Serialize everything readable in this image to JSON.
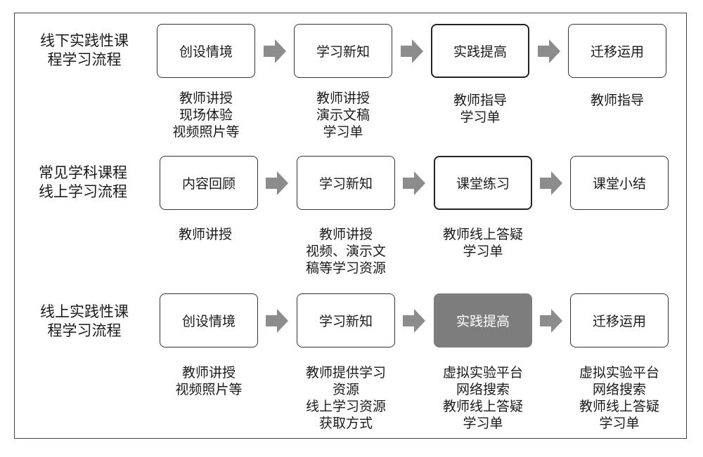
{
  "rows": [
    {
      "label_lines": [
        "线下实践性课",
        "程学习流程"
      ],
      "steps": [
        {
          "label": "创设情境",
          "style": "normal",
          "notes": [
            "教师讲授",
            "现场体验",
            "视频照片等"
          ]
        },
        {
          "label": "学习新知",
          "style": "normal",
          "notes": [
            "教师讲授",
            "演示文稿",
            "学习单"
          ]
        },
        {
          "label": "实践提高",
          "style": "bold",
          "notes": [
            "教师指导",
            "学习单"
          ]
        },
        {
          "label": "迁移运用",
          "style": "normal",
          "notes": [
            "教师指导"
          ]
        }
      ]
    },
    {
      "label_lines": [
        "常见学科课程",
        "线上学习流程"
      ],
      "steps": [
        {
          "label": "内容回顾",
          "style": "normal",
          "notes": [
            "教师讲授"
          ]
        },
        {
          "label": "学习新知",
          "style": "normal",
          "notes": [
            "教师讲授",
            "视频、演示文",
            "稿等学习资源"
          ]
        },
        {
          "label": "课堂练习",
          "style": "bold",
          "notes": [
            "教师线上答疑",
            "学习单"
          ]
        },
        {
          "label": "课堂小结",
          "style": "normal",
          "notes": []
        }
      ]
    },
    {
      "label_lines": [
        "线上实践性课",
        "程学习流程"
      ],
      "steps": [
        {
          "label": "创设情境",
          "style": "normal",
          "notes": [
            "教师讲授",
            "视频照片等"
          ]
        },
        {
          "label": "学习新知",
          "style": "normal",
          "notes": [
            "教师提供学习",
            "资源",
            "线上学习资源",
            "获取方式"
          ]
        },
        {
          "label": "实践提高",
          "style": "filled",
          "notes": [
            "虚拟实验平台",
            "网络搜索",
            "教师线上答疑",
            "学习单"
          ]
        },
        {
          "label": "迁移运用",
          "style": "normal",
          "notes": [
            "虚拟实验平台",
            "网络搜索",
            "教师线上答疑",
            "学习单"
          ]
        }
      ]
    }
  ],
  "colors": {
    "arrow": "#8c8c8c",
    "filled_box": "#7d7d7d",
    "border": "#333333"
  }
}
